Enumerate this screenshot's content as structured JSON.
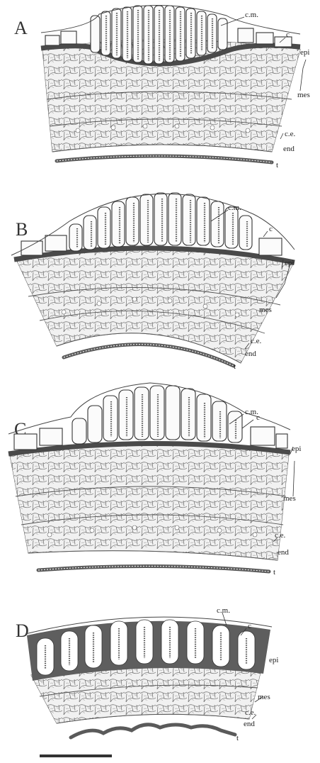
{
  "panels": [
    {
      "letter": "A",
      "labels": {
        "cm": "c.m.",
        "c": "c",
        "epi": "epi",
        "mes": "mes",
        "ce": "c.e.",
        "end": "end",
        "t": "t"
      }
    },
    {
      "letter": "B",
      "labels": {
        "cm": "c.m.",
        "c": "c",
        "epi": "epi",
        "mes": "mes",
        "ce": "c.e.",
        "end": "end",
        "t": "t"
      }
    },
    {
      "letter": "C",
      "labels": {
        "cm": "c.m.",
        "c": "c",
        "epi": "epi",
        "mes": "mes",
        "ce": "c.e.",
        "end": "end",
        "t": "t"
      }
    },
    {
      "letter": "D",
      "labels": {
        "cm": "c.m.",
        "c": "c",
        "epi": "epi",
        "mes": "mes",
        "ce": "c.e.",
        "end": "end",
        "t": "t"
      }
    }
  ],
  "scale_bar": {
    "label": ""
  }
}
